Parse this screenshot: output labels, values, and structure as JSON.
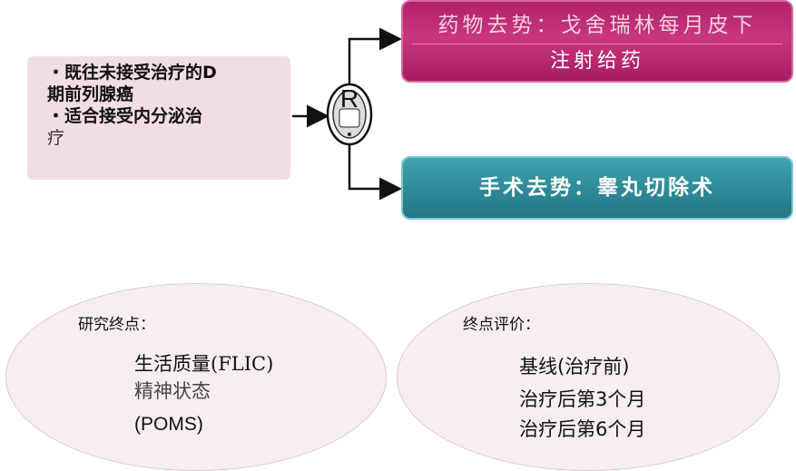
{
  "criteria": {
    "line1": "・既往未接受治疗的D",
    "line2": "期前列腺癌",
    "line3": "・适合接受内分泌治",
    "line4": "疗"
  },
  "randomization": {
    "label": "R"
  },
  "arms": {
    "drug_top": "药物去势：戈舍瑞林每月皮下",
    "drug_bottom": "注射给药",
    "surgery": "手术去势：睾丸切除术"
  },
  "endpoints": {
    "title": "研究终点：",
    "items": [
      "生活质量(FLIC)",
      "精神状态",
      "(POMS)"
    ]
  },
  "evaluation": {
    "title": "终点评价：",
    "items": [
      "基线(治疗前)",
      "治疗后第3个月",
      "治疗后第6个月"
    ]
  },
  "colors": {
    "criteria_bg": "#f3dde5",
    "drug_arm": "#b0206a",
    "surgery_arm": "#2c8795",
    "connector": "#111111",
    "endpoint_bg": "#f7eef2"
  }
}
